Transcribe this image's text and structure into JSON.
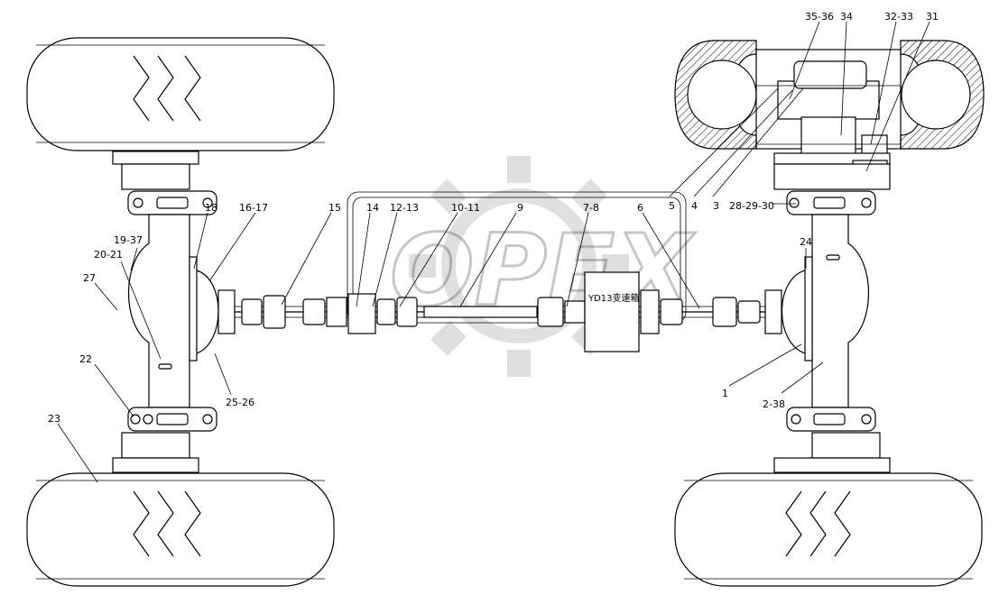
{
  "watermark": "OPEX",
  "gearbox_label": "YD13变速箱",
  "callouts": [
    "35-36",
    "34",
    "32-33",
    "31",
    "18",
    "16-17",
    "15",
    "14",
    "12-13",
    "10-11",
    "9",
    "7-8",
    "6",
    "5",
    "4",
    "3",
    "28-29-30",
    "19-37",
    "20-21",
    "27",
    "24",
    "22",
    "25-26",
    "1",
    "2-38",
    "23"
  ]
}
